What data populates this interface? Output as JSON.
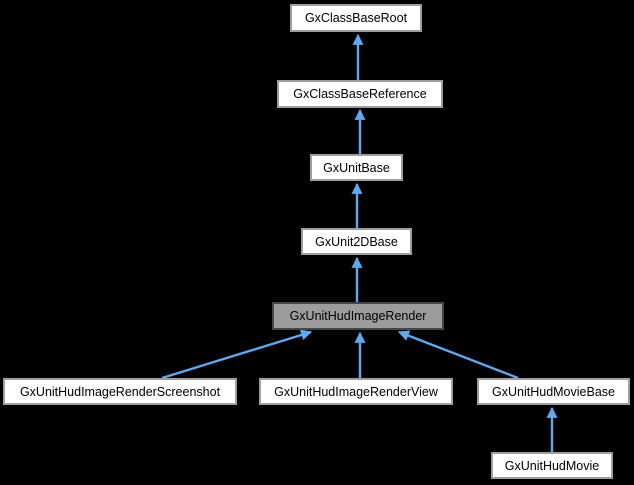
{
  "diagram": {
    "type": "class-inheritance-graph",
    "title": "GxUnitHudImageRender inheritance diagram",
    "nodes": [
      {
        "label": "GxClassBaseRoot",
        "highlighted": false
      },
      {
        "label": "GxClassBaseReference",
        "highlighted": false
      },
      {
        "label": "GxUnitBase",
        "highlighted": false
      },
      {
        "label": "GxUnit2DBase",
        "highlighted": false
      },
      {
        "label": "GxUnitHudImageRender",
        "highlighted": true
      },
      {
        "label": "GxUnitHudImageRenderScreenshot",
        "highlighted": false
      },
      {
        "label": "GxUnitHudImageRenderView",
        "highlighted": false
      },
      {
        "label": "GxUnitHudMovieBase",
        "highlighted": false
      },
      {
        "label": "GxUnitHudMovie",
        "highlighted": false
      }
    ],
    "edges": [
      {
        "from": "GxClassBaseReference",
        "to": "GxClassBaseRoot"
      },
      {
        "from": "GxUnitBase",
        "to": "GxClassBaseReference"
      },
      {
        "from": "GxUnit2DBase",
        "to": "GxUnitBase"
      },
      {
        "from": "GxUnitHudImageRender",
        "to": "GxUnit2DBase"
      },
      {
        "from": "GxUnitHudImageRenderScreenshot",
        "to": "GxUnitHudImageRender"
      },
      {
        "from": "GxUnitHudImageRenderView",
        "to": "GxUnitHudImageRender"
      },
      {
        "from": "GxUnitHudMovieBase",
        "to": "GxUnitHudImageRender"
      },
      {
        "from": "GxUnitHudMovie",
        "to": "GxUnitHudMovieBase"
      }
    ],
    "colors": {
      "background": "#000000",
      "node_fill": "#ffffff",
      "node_border": "#9e9e9e",
      "node_text": "#000000",
      "highlight_fill": "#9c9c9c",
      "highlight_border": "#464646",
      "arrow": "#5caaf0"
    }
  }
}
